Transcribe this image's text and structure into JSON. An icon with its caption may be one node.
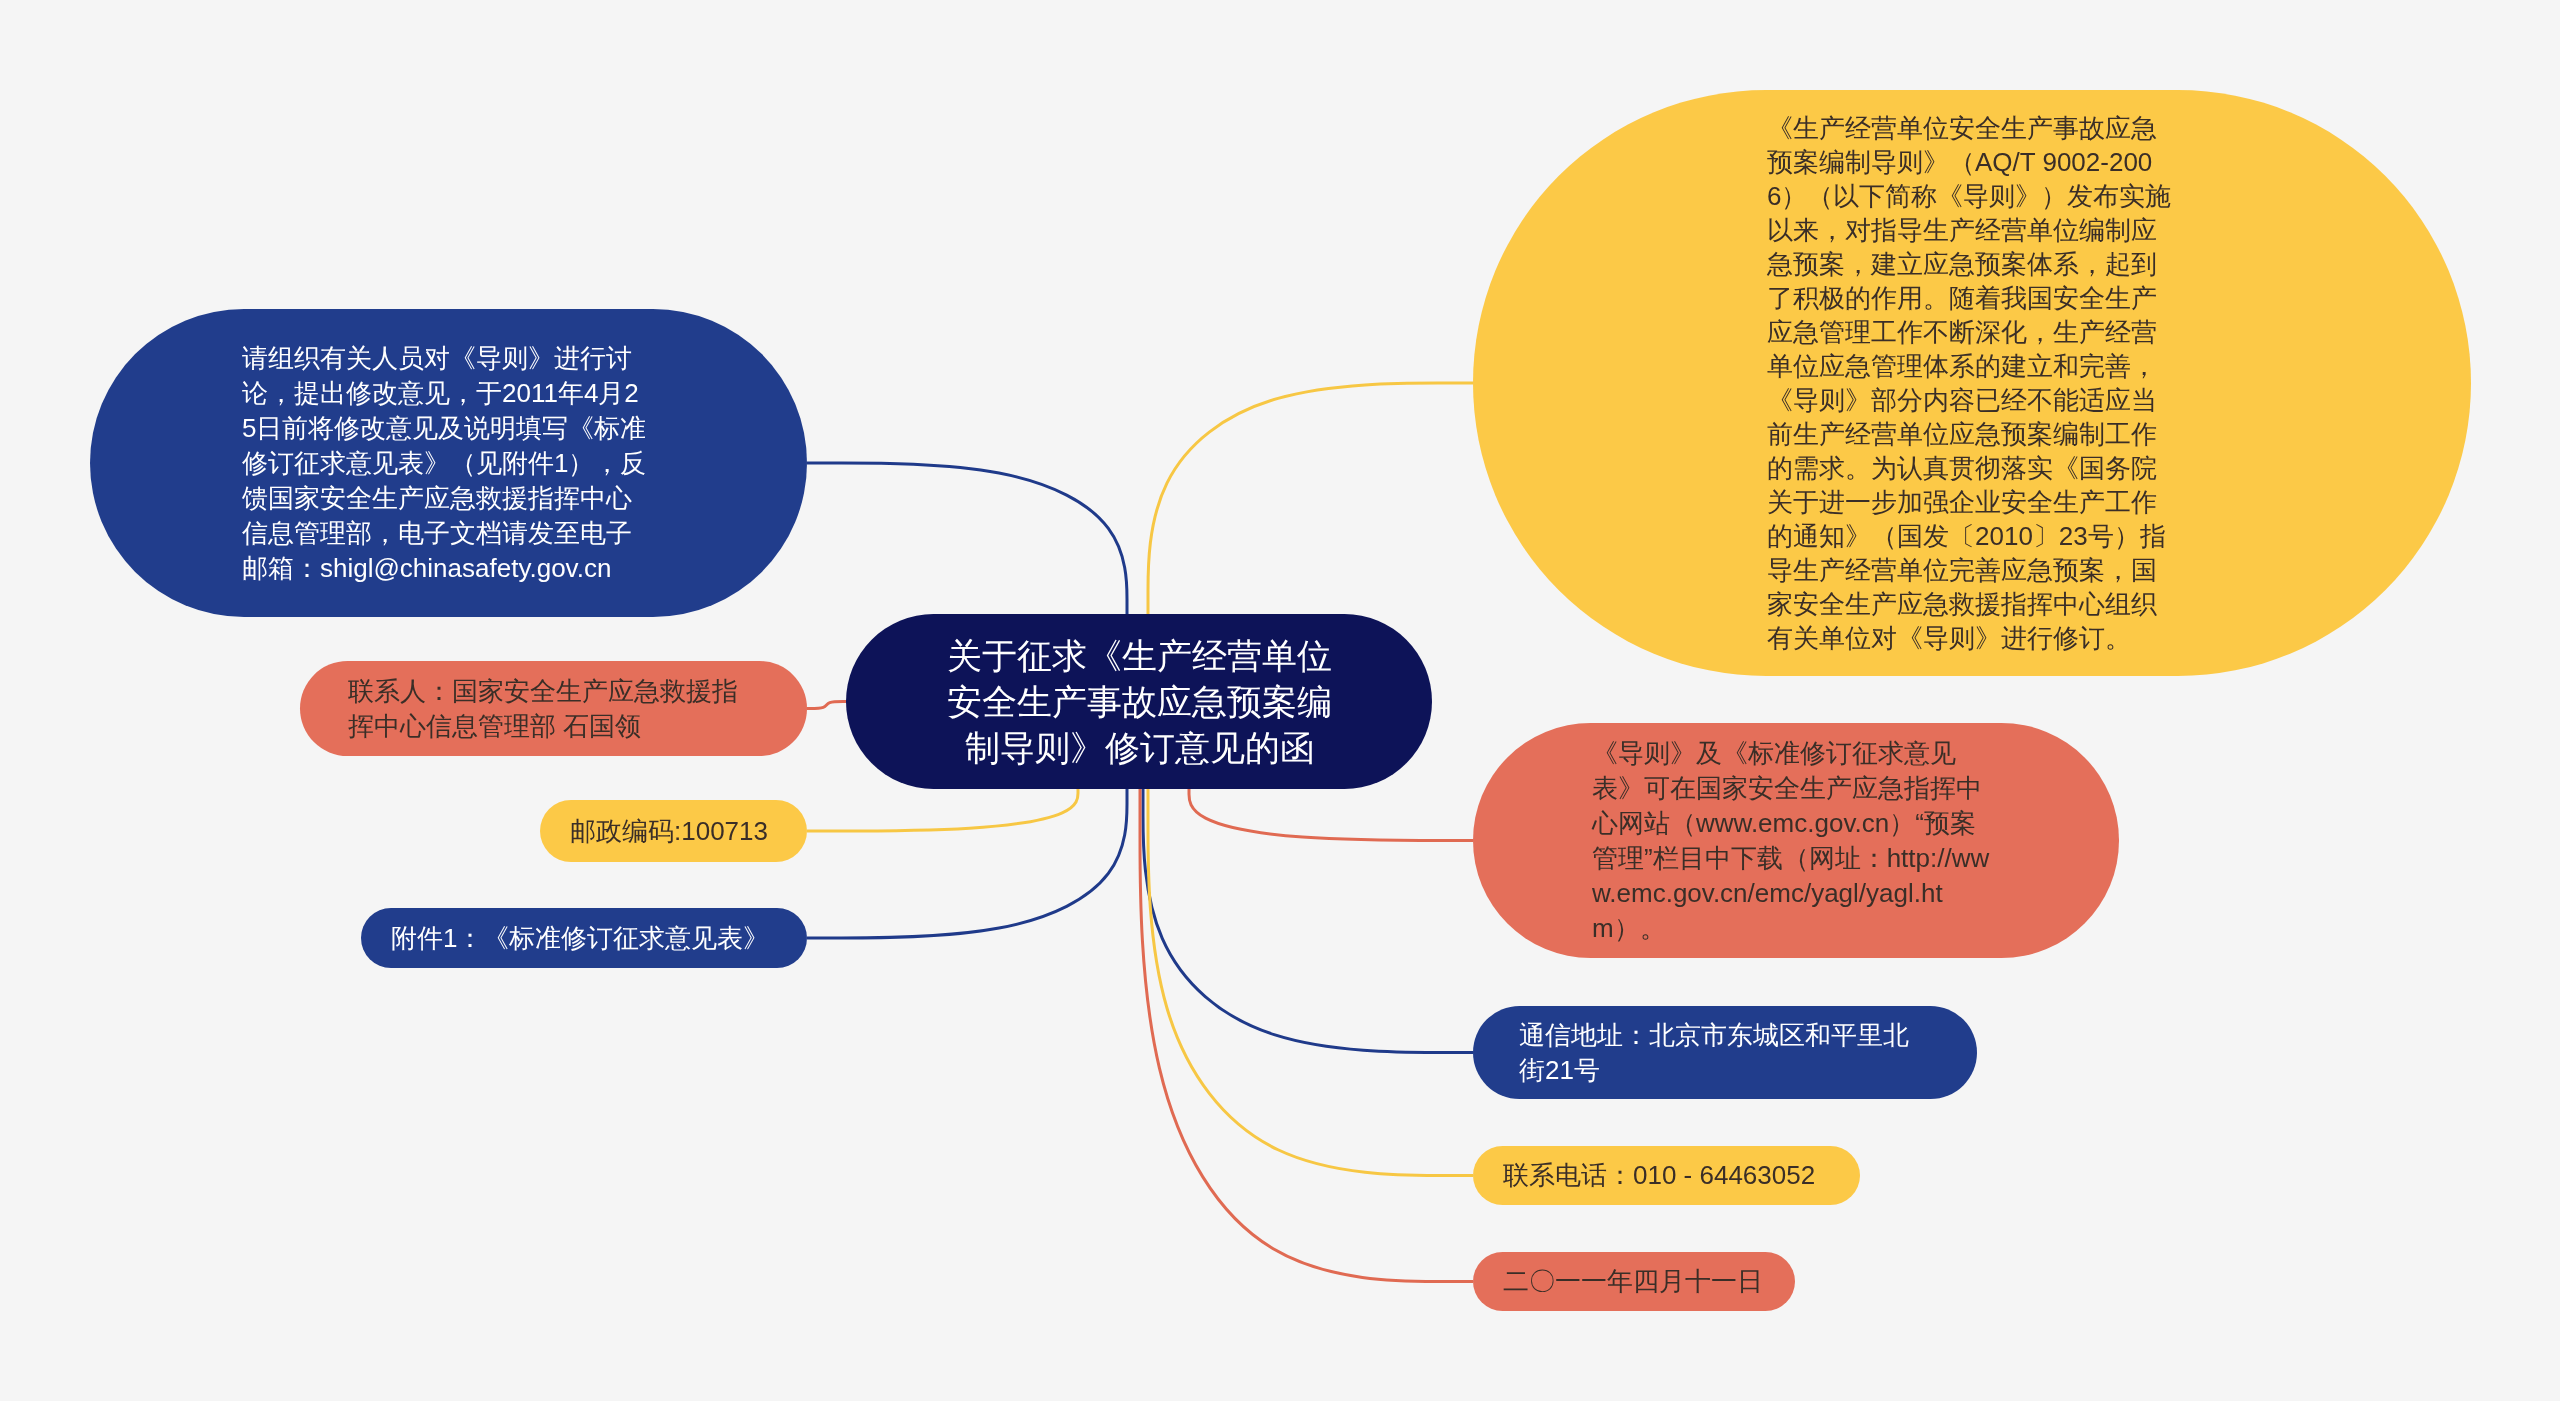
{
  "diagram": {
    "nodes": [
      {
        "text": [
          "关于征求《生产经营单位安全生产事故应急预案编制导则》修订意见的函"
        ]
      },
      {
        "text": [
          "请组织有关人员对《导则》进行讨论，提出修改意见，于2011年4月25日前将修改意见及说明填写《标准修订征求意见表》（见附件1），反馈国家安全生产应急救援指挥中心信息管理部，电子文档请发至电子邮箱：shigl@chinasafety.gov.cn"
        ]
      },
      {
        "text": [
          "联系人：国家安全生产应急救援指挥中心信息管理部 石国领"
        ]
      },
      {
        "text": [
          "邮政编码:100713"
        ]
      },
      {
        "text": [
          "附件1：《标准修订征求意见表》"
        ]
      },
      {
        "text": [
          "《生产经营单位安全生产事故应急预案编制导则》（AQ/T 9002-2006）（以下简称《导则》）发布实施以来，对指导生产经营单位编制应急预案，建立应急预案体系，起到了积极的作用。随着我国安全生产应急管理工作不断深化，生产经营单位应急管理体系的建立和完善，《导则》部分内容已经不能适应当前生产经营单位应急预案编制工作的需求。为认真贯彻落实《国务院关于进一步加强企业安全生产工作的通知》（国发〔2010〕23号）指导生产经营单位完善应急预案，国家安全生产应急救援指挥中心组织有关单位对《导则》进行修订。"
        ]
      },
      {
        "text": [
          "《导则》及《标准修订征求意见表》可在国家安全生产应急指挥中心网站（www.emc.gov.cn）“预案管理”栏目中下载（网址：http://www.emc.gov.cn/emc/yagl/yagl.htm）。"
        ]
      },
      {
        "text": [
          "通信地址：北京市东城区和平里北街21号"
        ]
      },
      {
        "text": [
          "联系电话：010 - 64463052"
        ]
      },
      {
        "text": [
          "二〇一一年四月十一日"
        ]
      }
    ],
    "edges": [
      {
        "from": 0,
        "to": 1,
        "arrow": "none",
        "color": "#1f3a8a"
      },
      {
        "from": 0,
        "to": 2,
        "arrow": "none",
        "color": "#e06a52"
      },
      {
        "from": 0,
        "to": 3,
        "arrow": "none",
        "color": "#f7c744"
      },
      {
        "from": 0,
        "to": 4,
        "arrow": "none",
        "color": "#1f3a8a"
      },
      {
        "from": 0,
        "to": 5,
        "arrow": "none",
        "color": "#f7c744"
      },
      {
        "from": 0,
        "to": 6,
        "arrow": "none",
        "color": "#e06a52"
      },
      {
        "from": 0,
        "to": 7,
        "arrow": "none",
        "color": "#1f3a8a"
      },
      {
        "from": 0,
        "to": 8,
        "arrow": "none",
        "color": "#f7c744"
      },
      {
        "from": 0,
        "to": 9,
        "arrow": "none",
        "color": "#e06a52"
      }
    ]
  }
}
